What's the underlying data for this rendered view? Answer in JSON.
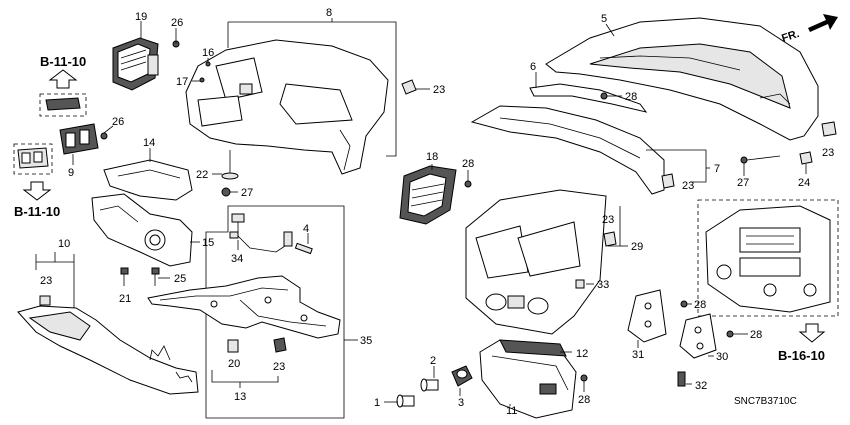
{
  "diagram": {
    "part_numbers": [
      "1",
      "2",
      "3",
      "4",
      "5",
      "6",
      "7",
      "8",
      "9",
      "10",
      "11",
      "12",
      "13",
      "14",
      "15",
      "16",
      "17",
      "18",
      "19",
      "20",
      "21",
      "22",
      "23",
      "24",
      "25",
      "26",
      "27",
      "28",
      "29",
      "30",
      "31",
      "32",
      "33",
      "34",
      "35"
    ],
    "callouts": {
      "c1": "1",
      "c2": "2",
      "c3": "3",
      "c4": "4",
      "c5": "5",
      "c6": "6",
      "c7": "7",
      "c8": "8",
      "c9": "9",
      "c10": "10",
      "c11": "11",
      "c12": "12",
      "c13": "13",
      "c14": "14",
      "c15": "15",
      "c16": "16",
      "c17": "17",
      "c18": "18",
      "c19": "19",
      "c20": "20",
      "c21": "21",
      "c22": "22",
      "c23a": "23",
      "c23b": "23",
      "c23c": "23",
      "c23d": "23",
      "c23e": "23",
      "c23f": "23",
      "c24": "24",
      "c25": "25",
      "c26a": "26",
      "c26b": "26",
      "c27a": "27",
      "c27b": "27",
      "c28a": "28",
      "c28b": "28",
      "c28c": "28",
      "c28d": "28",
      "c28e": "28",
      "c29": "29",
      "c30": "30",
      "c31": "31",
      "c32": "32",
      "c33": "33",
      "c34": "34",
      "c35": "35"
    },
    "references": {
      "ref_b1110_top": "B-11-10",
      "ref_b1110_bottom": "B-11-10",
      "ref_b1610": "B-16-10"
    },
    "front_indicator": "FR.",
    "diagram_code": "SNC7B3710C"
  }
}
